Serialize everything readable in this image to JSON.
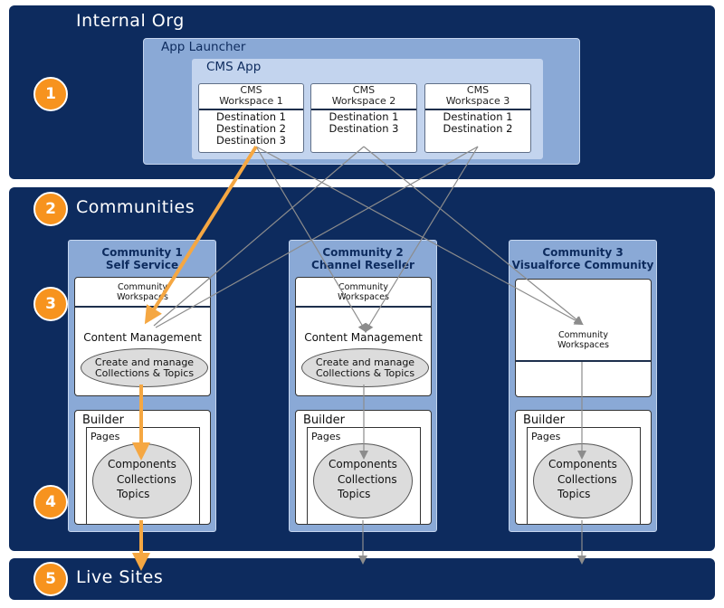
{
  "internal_org": {
    "title": "Internal Org"
  },
  "app_launcher": {
    "title": "App Launcher"
  },
  "cms_app": {
    "title": "CMS App"
  },
  "workspaces": [
    {
      "line1": "CMS",
      "line2": "Workspace 1",
      "destinations": [
        "Destination 1",
        "Destination 2",
        "Destination 3"
      ]
    },
    {
      "line1": "CMS",
      "line2": "Workspace 2",
      "destinations": [
        "Destination 1",
        "Destination 3"
      ]
    },
    {
      "line1": "CMS",
      "line2": "Workspace 3",
      "destinations": [
        "Destination 1",
        "Destination 2"
      ]
    }
  ],
  "communities_section": {
    "title": "Communities"
  },
  "communities": [
    {
      "name": "Community 1",
      "subtitle": "Self Service",
      "workspaces_label": "Community Workspaces",
      "content_label": "Content Management",
      "ellipse": [
        "Create and manage",
        "Collections & Topics"
      ],
      "builder_label": "Builder",
      "pages_label": "Pages",
      "items": [
        "Components",
        "Collections",
        "Topics"
      ]
    },
    {
      "name": "Community 2",
      "subtitle": "Channel Reseller",
      "workspaces_label": "Community Workspaces",
      "content_label": "Content Management",
      "ellipse": [
        "Create and manage",
        "Collections & Topics"
      ],
      "builder_label": "Builder",
      "pages_label": "Pages",
      "items": [
        "Components",
        "Collections",
        "Topics"
      ]
    },
    {
      "name": "Community 3",
      "subtitle": "Visualforce Community",
      "workspaces_label": "Community Workspaces",
      "builder_label": "Builder",
      "pages_label": "Pages",
      "items": [
        "Components",
        "Collections",
        "Topics"
      ]
    }
  ],
  "live_sites": {
    "title": "Live Sites"
  },
  "badges": [
    "1",
    "2",
    "3",
    "4",
    "5"
  ],
  "colors": {
    "navy": "#0d2b5e",
    "badge": "#f7931e",
    "arrow_highlight": "#f5a742",
    "connector": "#8c8c8c"
  }
}
